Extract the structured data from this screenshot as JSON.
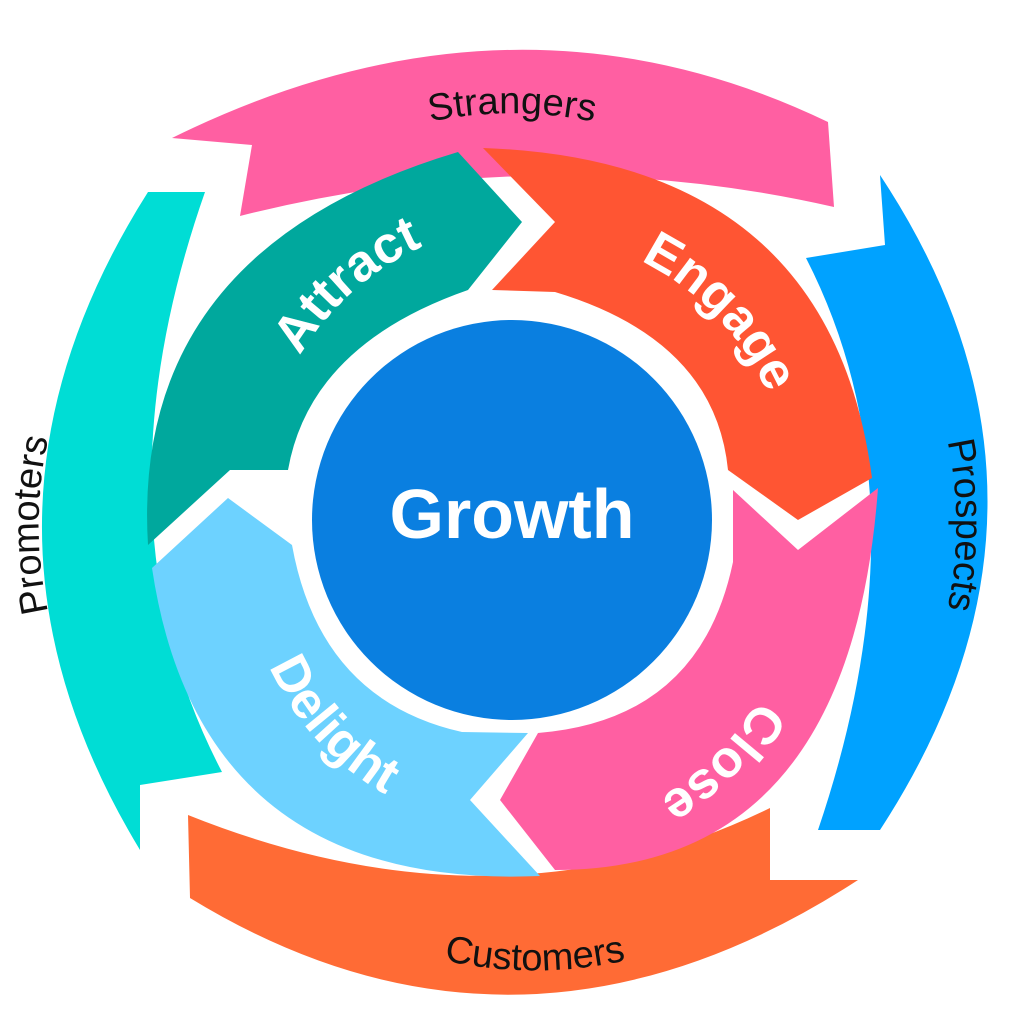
{
  "center": {
    "label": "Growth",
    "color": "#0A7FE0"
  },
  "inner_stages": [
    {
      "key": "attract",
      "label": "Attract",
      "color": "#00A89D"
    },
    {
      "key": "engage",
      "label": "Engage",
      "color": "#FF5533"
    },
    {
      "key": "close",
      "label": "Close",
      "color": "#FF5FA2"
    },
    {
      "key": "delight",
      "label": "Delight",
      "color": "#6DD2FF"
    }
  ],
  "outer_stages": [
    {
      "key": "strangers",
      "label": "Strangers",
      "color": "#FF5FA2"
    },
    {
      "key": "prospects",
      "label": "Prospects",
      "color": "#00A2FF"
    },
    {
      "key": "customers",
      "label": "Customers",
      "color": "#FF6B35"
    },
    {
      "key": "promoters",
      "label": "Promoters",
      "color": "#00DDD5"
    }
  ]
}
